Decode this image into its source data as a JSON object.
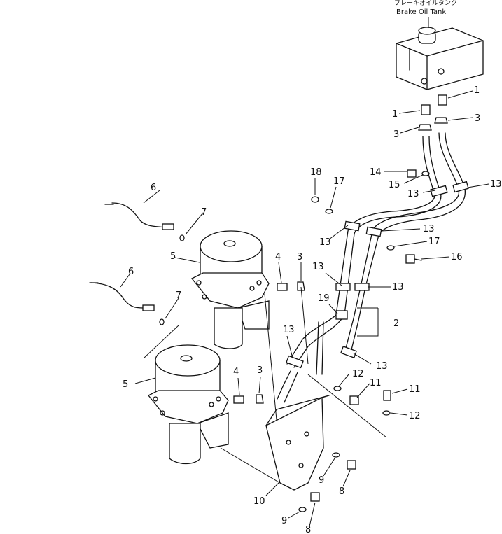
{
  "tank": {
    "label_jp": "ブレーキオイルタンク",
    "label_en": "Brake Oil Tank"
  },
  "part_numbers": {
    "p1": "1",
    "p2": "2",
    "p3": "3",
    "p4": "4",
    "p5": "5",
    "p6": "6",
    "p7": "7",
    "p8": "8",
    "p9": "9",
    "p10": "10",
    "p11": "11",
    "p12": "12",
    "p13": "13",
    "p14": "14",
    "p15": "15",
    "p16": "16",
    "p17": "17",
    "p18": "18",
    "p19": "19"
  }
}
